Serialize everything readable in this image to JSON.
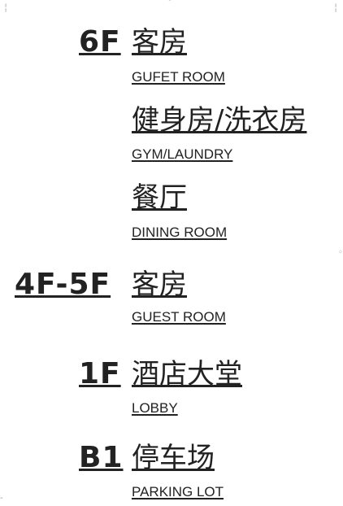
{
  "sign": {
    "f6": {
      "code": "6F",
      "name_zh": "客房",
      "name_en": "GUFET ROOM"
    },
    "gym": {
      "name_zh": "健身房/洗衣房",
      "name_en": "GYM/LAUNDRY"
    },
    "dining": {
      "name_zh": "餐厅",
      "name_en": "DINING ROOM"
    },
    "f45": {
      "code": "4F-5F",
      "name_zh": "客房",
      "name_en": "GUEST ROOM"
    },
    "f1": {
      "code": "1F",
      "name_zh": "酒店大堂",
      "name_en": "LOBBY"
    },
    "b1": {
      "code": "B1",
      "name_zh": "停车场",
      "name_en": "PARKING LOT"
    }
  },
  "colors": {
    "text": "#222222",
    "background": "#ffffff",
    "edge_marks": "#9a9a9a"
  }
}
